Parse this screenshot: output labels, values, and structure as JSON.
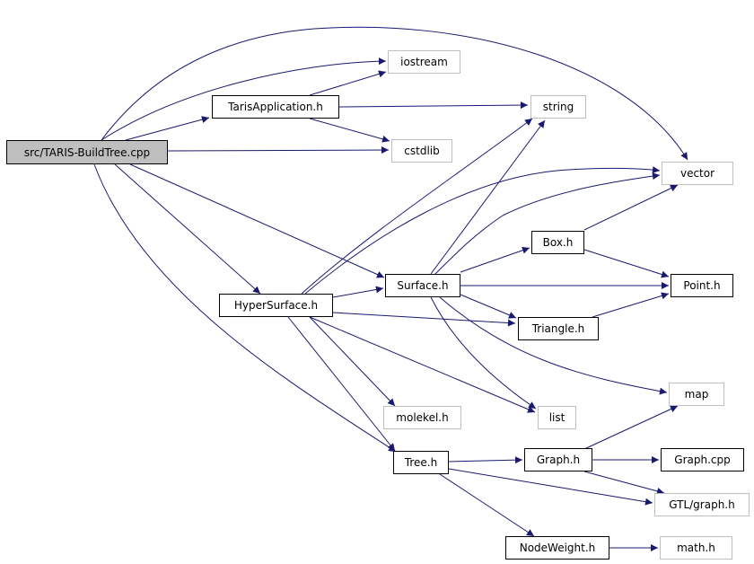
{
  "diagram": {
    "colors": {
      "edge": "#191970",
      "root_fill": "#bfbfbf",
      "solid_border": "#000000",
      "dim_border": "#bfbfbf"
    },
    "nodes": [
      {
        "id": "root",
        "label": "src/TARIS-BuildTree.cpp",
        "style": "root"
      },
      {
        "id": "taris",
        "label": "TarisApplication.h",
        "style": "solid"
      },
      {
        "id": "iostream",
        "label": "iostream",
        "style": "dim"
      },
      {
        "id": "string",
        "label": "string",
        "style": "dim"
      },
      {
        "id": "cstdlib",
        "label": "cstdlib",
        "style": "dim"
      },
      {
        "id": "vector",
        "label": "vector",
        "style": "dim"
      },
      {
        "id": "box",
        "label": "Box.h",
        "style": "solid"
      },
      {
        "id": "surface",
        "label": "Surface.h",
        "style": "solid"
      },
      {
        "id": "point",
        "label": "Point.h",
        "style": "solid"
      },
      {
        "id": "hyper",
        "label": "HyperSurface.h",
        "style": "solid"
      },
      {
        "id": "triangle",
        "label": "Triangle.h",
        "style": "solid"
      },
      {
        "id": "map",
        "label": "map",
        "style": "dim"
      },
      {
        "id": "molekel",
        "label": "molekel.h",
        "style": "dim"
      },
      {
        "id": "list",
        "label": "list",
        "style": "dim"
      },
      {
        "id": "tree",
        "label": "Tree.h",
        "style": "solid"
      },
      {
        "id": "graph",
        "label": "Graph.h",
        "style": "solid"
      },
      {
        "id": "graphcpp",
        "label": "Graph.cpp",
        "style": "solid"
      },
      {
        "id": "gtl",
        "label": "GTL/graph.h",
        "style": "dim"
      },
      {
        "id": "nodeweight",
        "label": "NodeWeight.h",
        "style": "solid"
      },
      {
        "id": "math",
        "label": "math.h",
        "style": "dim"
      }
    ],
    "edges": [
      [
        "root",
        "iostream"
      ],
      [
        "root",
        "taris"
      ],
      [
        "root",
        "cstdlib"
      ],
      [
        "root",
        "vector"
      ],
      [
        "root",
        "surface"
      ],
      [
        "root",
        "hyper"
      ],
      [
        "root",
        "tree"
      ],
      [
        "taris",
        "iostream"
      ],
      [
        "taris",
        "string"
      ],
      [
        "taris",
        "cstdlib"
      ],
      [
        "hyper",
        "string"
      ],
      [
        "hyper",
        "vector"
      ],
      [
        "hyper",
        "surface"
      ],
      [
        "hyper",
        "triangle"
      ],
      [
        "hyper",
        "molekel"
      ],
      [
        "hyper",
        "list"
      ],
      [
        "hyper",
        "tree"
      ],
      [
        "surface",
        "string"
      ],
      [
        "surface",
        "vector"
      ],
      [
        "surface",
        "box"
      ],
      [
        "surface",
        "point"
      ],
      [
        "surface",
        "triangle"
      ],
      [
        "surface",
        "map"
      ],
      [
        "surface",
        "list"
      ],
      [
        "box",
        "vector"
      ],
      [
        "box",
        "point"
      ],
      [
        "triangle",
        "point"
      ],
      [
        "tree",
        "graph"
      ],
      [
        "tree",
        "gtl"
      ],
      [
        "tree",
        "nodeweight"
      ],
      [
        "graph",
        "map"
      ],
      [
        "graph",
        "graphcpp"
      ],
      [
        "graph",
        "gtl"
      ],
      [
        "nodeweight",
        "math"
      ]
    ]
  }
}
